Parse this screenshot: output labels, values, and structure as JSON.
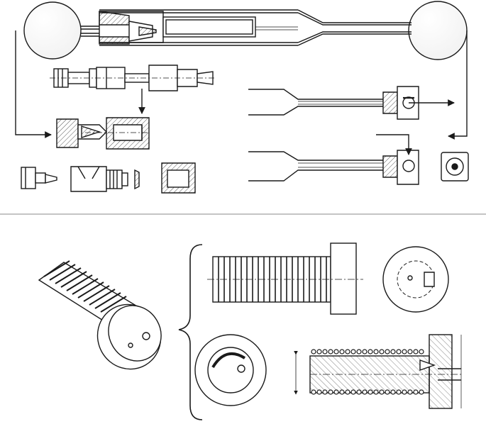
{
  "figure": {
    "kind": "technical-drawing",
    "upper_panel": {
      "components": [
        "left-sphere",
        "right-sphere",
        "tapered-tube-assembly",
        "exploded-fitting-row",
        "assembled-fitting-section",
        "small-parts-row",
        "top-nozzle-section",
        "bottom-nozzle-section",
        "square-end-view"
      ]
    },
    "lower_panel": {
      "components": [
        "threaded-screw-isometric",
        "screw-side-view",
        "screw-head-end-view",
        "screw-tip-end-view",
        "screw-longitudinal-section"
      ]
    },
    "colors": {
      "line": "#1a1a1a",
      "hatch": "#555555",
      "divider": "#888888",
      "background": "#ffffff"
    }
  }
}
